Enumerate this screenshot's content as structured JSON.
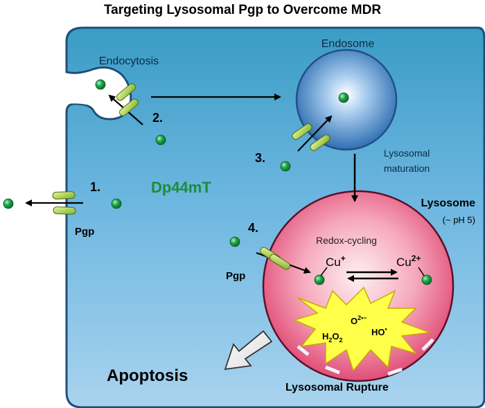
{
  "title": "Targeting Lysosomal Pgp to Overcome MDR",
  "labels": {
    "endocytosis": "Endocytosis",
    "endosome": "Endosome",
    "lysosomal_maturation_1": "Lysosomal",
    "lysosomal_maturation_2": "maturation",
    "lysosome": "Lysosome",
    "ph": "(~ pH 5)",
    "drug": "Dp44mT",
    "pgp_membrane": "Pgp",
    "pgp_lysosome": "Pgp",
    "redox": "Redox-cycling",
    "cu_plus_base": "Cu",
    "cu_plus_sup": "+",
    "cu_2plus_base": "Cu",
    "cu_2plus_sup": "2+",
    "superoxide_base": "O",
    "superoxide_sup": "2•−",
    "h2o2_h": "H",
    "h2o2_sub1": "2",
    "h2o2_o": "O",
    "h2o2_sub2": "2",
    "hydroxyl_base": "HO",
    "hydroxyl_sup": "•",
    "apoptosis": "Apoptosis",
    "rupture": "Lysosomal Rupture"
  },
  "steps": [
    "1.",
    "2.",
    "3.",
    "4."
  ],
  "colors": {
    "cell_fill_top": "#3a9cc4",
    "cell_fill_bottom": "#a9d3ee",
    "cell_stroke": "#1f4e79",
    "drug_green": "#1e8c3a",
    "molecule": "#1aa64a",
    "pgp": "#9ccc3c",
    "lysosome_center": "#fde9ec",
    "lysosome_edge": "#e0446f",
    "endosome_center": "#ffffff",
    "endosome_edge": "#2f6fb2",
    "burst": "#ffff44"
  }
}
